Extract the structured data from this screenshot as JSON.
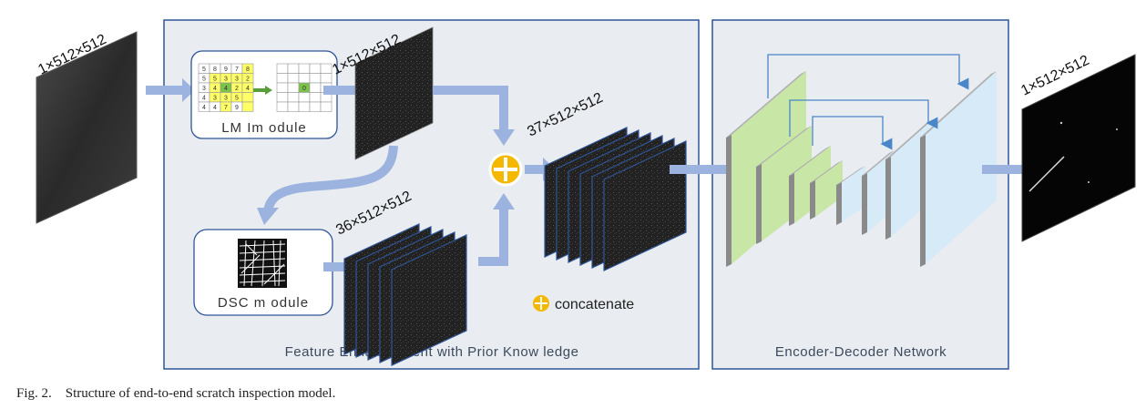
{
  "panels": {
    "feature_enhancement": "Feature Enhancem ent with Prior Know ledge",
    "encoder_decoder": "Encoder-Decoder Network"
  },
  "modules": {
    "lm": "LM Im odule",
    "dsc": "DSC m odule"
  },
  "dimensions": {
    "input": "1×512×512",
    "lm_output": "1×512×512",
    "dsc_output": "36×512×512",
    "concat_output": "37×512×512",
    "final_output": "1×512×512"
  },
  "legend": {
    "concatenate": "concatenate"
  },
  "lm_grid": {
    "left": [
      [
        "5",
        "8",
        "9",
        "7",
        "8"
      ],
      [
        "5",
        "5",
        "3",
        "3",
        "2"
      ],
      [
        "3",
        "4",
        "4",
        "2",
        "4"
      ],
      [
        "4",
        "3",
        "3",
        "5",
        ""
      ],
      [
        "4",
        "4",
        "7",
        "9",
        ""
      ]
    ],
    "right": [
      [
        "",
        "",
        "",
        "",
        ""
      ],
      [
        "",
        "",
        "",
        "",
        ""
      ],
      [
        "",
        "",
        "0",
        "",
        ""
      ],
      [
        "",
        "",
        "",
        "",
        ""
      ],
      [
        "",
        "",
        "",
        "",
        ""
      ]
    ]
  },
  "colors": {
    "panel_fill": "#e9edf1",
    "panel_border": "#2f5597",
    "arrow": "#9bb3de",
    "concat_icon": "#f5b800",
    "encoder_green": "#c8e6a6",
    "decoder_blue": "#d6eaf8",
    "skip_arrow": "#4a86c8"
  },
  "caption": "Fig. 2.    Structure of end-to-end scratch inspection model."
}
